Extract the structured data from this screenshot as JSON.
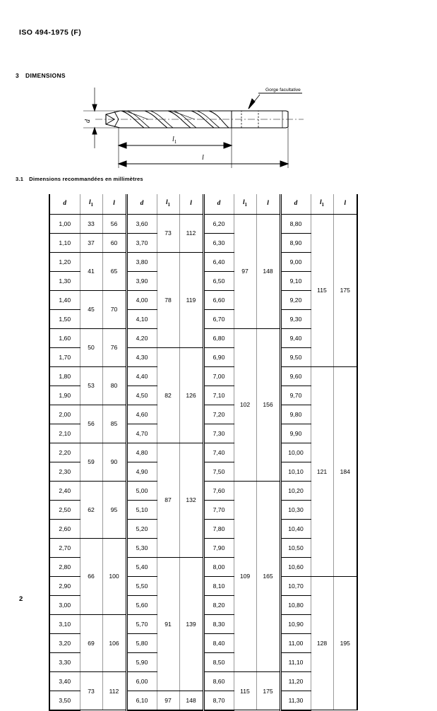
{
  "document": {
    "header": "ISO 494-1975 (F)",
    "page_number": "2"
  },
  "sections": {
    "dimensions": {
      "number": "3",
      "title": "DIMENSIONS"
    },
    "recommended": {
      "number": "3.1",
      "title": "Dimensions recommandées en millimètres"
    }
  },
  "figure": {
    "name": "twist-drill-diagram",
    "annotation": "Gorge facultative",
    "labels": {
      "diameter": "d",
      "flute_length": "l",
      "flute_length_sub": "1",
      "total_length": "l"
    }
  },
  "table": {
    "headers": {
      "d": "d",
      "l1": "l",
      "l1_sub": "1",
      "l": "l"
    },
    "groups": [
      {
        "rows": [
          {
            "d": "1,00",
            "l1": "33",
            "l": "56",
            "span": 1
          },
          {
            "d": "1,10",
            "l1": "37",
            "l": "60",
            "span": 1
          },
          {
            "d": "1,20",
            "l1": "41",
            "l": "65",
            "span": 2
          },
          {
            "d": "1,30"
          },
          {
            "d": "1,40",
            "l1": "45",
            "l": "70",
            "span": 2
          },
          {
            "d": "1,50"
          },
          {
            "d": "1,60",
            "l1": "50",
            "l": "76",
            "span": 2
          },
          {
            "d": "1,70"
          },
          {
            "d": "1,80",
            "l1": "53",
            "l": "80",
            "span": 2
          },
          {
            "d": "1,90"
          },
          {
            "d": "2,00",
            "l1": "56",
            "l": "85",
            "span": 2
          },
          {
            "d": "2,10"
          },
          {
            "d": "2,20",
            "l1": "59",
            "l": "90",
            "span": 2
          },
          {
            "d": "2,30"
          },
          {
            "d": "2,40",
            "l1": "62",
            "l": "95",
            "span": 3
          },
          {
            "d": "2,50"
          },
          {
            "d": "2,60"
          },
          {
            "d": "2,70",
            "l1": "66",
            "l": "100",
            "span": 4
          },
          {
            "d": "2,80"
          },
          {
            "d": "2,90"
          },
          {
            "d": "3,00"
          },
          {
            "d": "3,10",
            "l1": "69",
            "l": "106",
            "span": 3
          },
          {
            "d": "3,20"
          },
          {
            "d": "3,30"
          },
          {
            "d": "3,40",
            "l1": "73",
            "l": "112",
            "span": 2
          },
          {
            "d": "3,50"
          }
        ]
      },
      {
        "rows": [
          {
            "d": "3,60",
            "l1": "73",
            "l": "112",
            "span": 2
          },
          {
            "d": "3,70"
          },
          {
            "d": "3,80",
            "l1": "78",
            "l": "119",
            "span": 5
          },
          {
            "d": "3,90"
          },
          {
            "d": "4,00"
          },
          {
            "d": "4,10"
          },
          {
            "d": "4,20"
          },
          {
            "d": "4,30",
            "l1": "82",
            "l": "126",
            "span": 5
          },
          {
            "d": "4,40"
          },
          {
            "d": "4,50"
          },
          {
            "d": "4,60"
          },
          {
            "d": "4,70"
          },
          {
            "d": "4,80",
            "l1": "87",
            "l": "132",
            "span": 6
          },
          {
            "d": "4,90"
          },
          {
            "d": "5,00"
          },
          {
            "d": "5,10"
          },
          {
            "d": "5,20"
          },
          {
            "d": "5,30"
          },
          {
            "d": "5,40",
            "l1": "91",
            "l": "139",
            "span": 7
          },
          {
            "d": "5,50"
          },
          {
            "d": "5,60"
          },
          {
            "d": "5,70"
          },
          {
            "d": "5,80"
          },
          {
            "d": "5,90"
          },
          {
            "d": "6,00"
          },
          {
            "d": "6,10",
            "l1": "97",
            "l": "148",
            "span": 1
          }
        ]
      },
      {
        "rows": [
          {
            "d": "6,20",
            "l1": "97",
            "l": "148",
            "span": 6
          },
          {
            "d": "6,30"
          },
          {
            "d": "6,40"
          },
          {
            "d": "6,50"
          },
          {
            "d": "6,60"
          },
          {
            "d": "6,70"
          },
          {
            "d": "6,80",
            "l1": "102",
            "l": "156",
            "span": 8
          },
          {
            "d": "6,90"
          },
          {
            "d": "7,00"
          },
          {
            "d": "7,10"
          },
          {
            "d": "7,20"
          },
          {
            "d": "7,30"
          },
          {
            "d": "7,40"
          },
          {
            "d": "7,50"
          },
          {
            "d": "7,60",
            "l1": "109",
            "l": "165",
            "span": 10
          },
          {
            "d": "7,70"
          },
          {
            "d": "7,80"
          },
          {
            "d": "7,90"
          },
          {
            "d": "8,00"
          },
          {
            "d": "8,10"
          },
          {
            "d": "8,20"
          },
          {
            "d": "8,30"
          },
          {
            "d": "8,40"
          },
          {
            "d": "8,50"
          },
          {
            "d": "8,60",
            "l1": "115",
            "l": "175",
            "span": 2
          },
          {
            "d": "8,70"
          }
        ]
      },
      {
        "rows": [
          {
            "d": "8,80",
            "l1": "115",
            "l": "175",
            "span": 8
          },
          {
            "d": "8,90"
          },
          {
            "d": "9,00"
          },
          {
            "d": "9,10"
          },
          {
            "d": "9,20"
          },
          {
            "d": "9,30"
          },
          {
            "d": "9,40"
          },
          {
            "d": "9,50"
          },
          {
            "d": "9,60",
            "l1": "121",
            "l": "184",
            "span": 11
          },
          {
            "d": "9,70"
          },
          {
            "d": "9,80"
          },
          {
            "d": "9,90"
          },
          {
            "d": "10,00"
          },
          {
            "d": "10,10"
          },
          {
            "d": "10,20"
          },
          {
            "d": "10,30"
          },
          {
            "d": "10,40"
          },
          {
            "d": "10,50"
          },
          {
            "d": "10,60"
          },
          {
            "d": "10,70",
            "l1": "128",
            "l": "195",
            "span": 7
          },
          {
            "d": "10,80"
          },
          {
            "d": "10,90"
          },
          {
            "d": "11,00"
          },
          {
            "d": "11,10"
          },
          {
            "d": "11,20"
          },
          {
            "d": "11,30"
          }
        ]
      }
    ]
  }
}
